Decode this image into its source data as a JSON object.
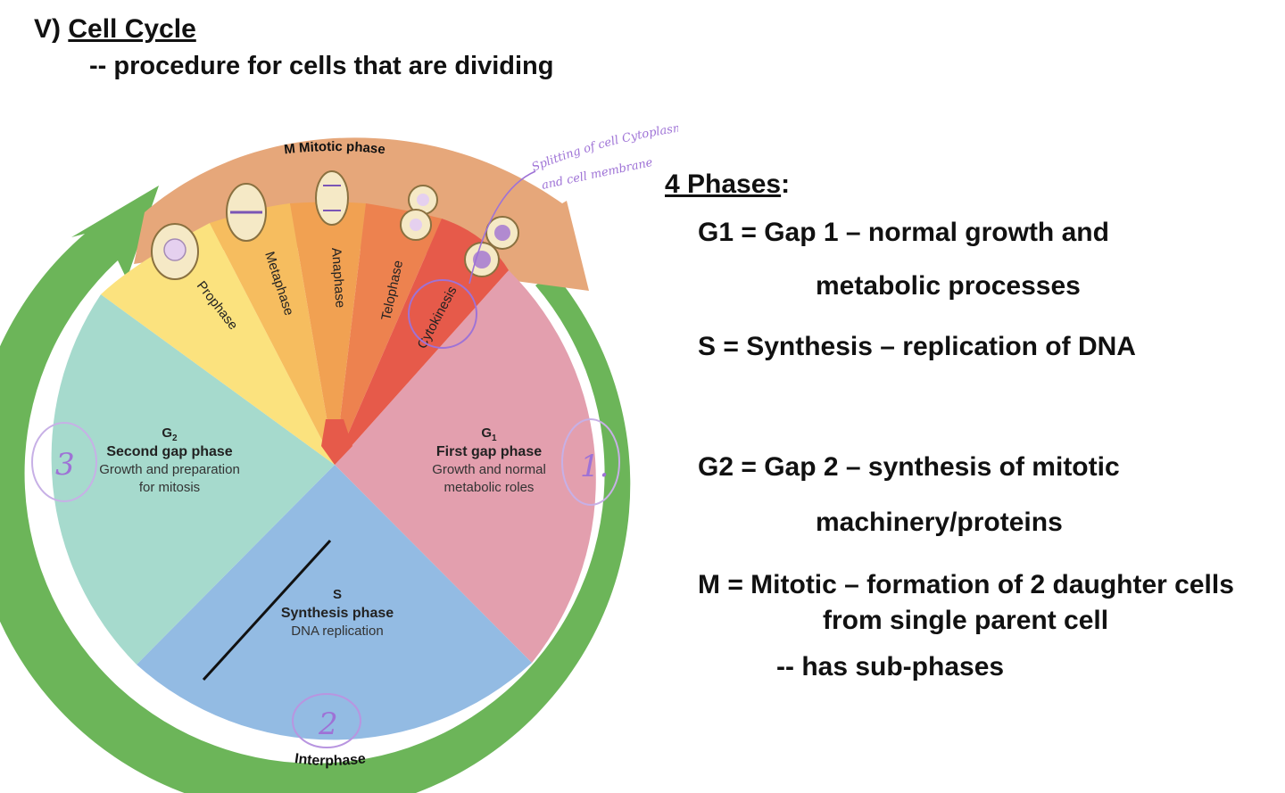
{
  "header": {
    "roman": "V)",
    "title": "Cell Cycle",
    "subtitle": "-- procedure for cells that are dividing"
  },
  "diagram": {
    "mitotic_label": "M Mitotic phase",
    "interphase_label": "Interphase",
    "sub_phases": [
      "Prophase",
      "Metaphase",
      "Anaphase",
      "Telophase",
      "Cytokinesis"
    ],
    "g1": {
      "symbol": "G",
      "sub": "1",
      "name": "First gap phase",
      "desc1": "Growth and normal",
      "desc2": "metabolic roles"
    },
    "g2": {
      "symbol": "G",
      "sub": "2",
      "name": "Second gap phase",
      "desc1": "Growth and preparation",
      "desc2": "for mitosis"
    },
    "s": {
      "symbol": "S",
      "name": "Synthesis phase",
      "desc": "DNA replication"
    },
    "handwritten": {
      "note1": "Splitting of cell Cytoplasm",
      "note2": "and cell membrane",
      "num_g1": "1.",
      "num_s": "2",
      "num_g2": "3"
    },
    "colors": {
      "g1": "#e39fae",
      "s": "#93bbe3",
      "g2": "#a6dacd",
      "ring": "#6cb559",
      "mitotic_band": "#e6a77a",
      "prophase": "#fbe27e",
      "metaphase": "#f6bd5f",
      "anaphase": "#f1a152",
      "telophase": "#ed824f",
      "cytokinesis": "#e65a4a",
      "ink": "#9e72d6"
    }
  },
  "notes": {
    "title": "4 Phases",
    "colon": ":",
    "g1_line1": "G1 = Gap 1 – normal growth and",
    "g1_line2": "metabolic processes",
    "s_line": "S = Synthesis – replication of DNA",
    "g2_line1": "G2 = Gap 2 – synthesis of mitotic",
    "g2_line2": "machinery/proteins",
    "m_line1": "M = Mitotic – formation of 2 daughter cells",
    "m_line2": "from single parent cell",
    "m_line3": "-- has sub-phases"
  }
}
